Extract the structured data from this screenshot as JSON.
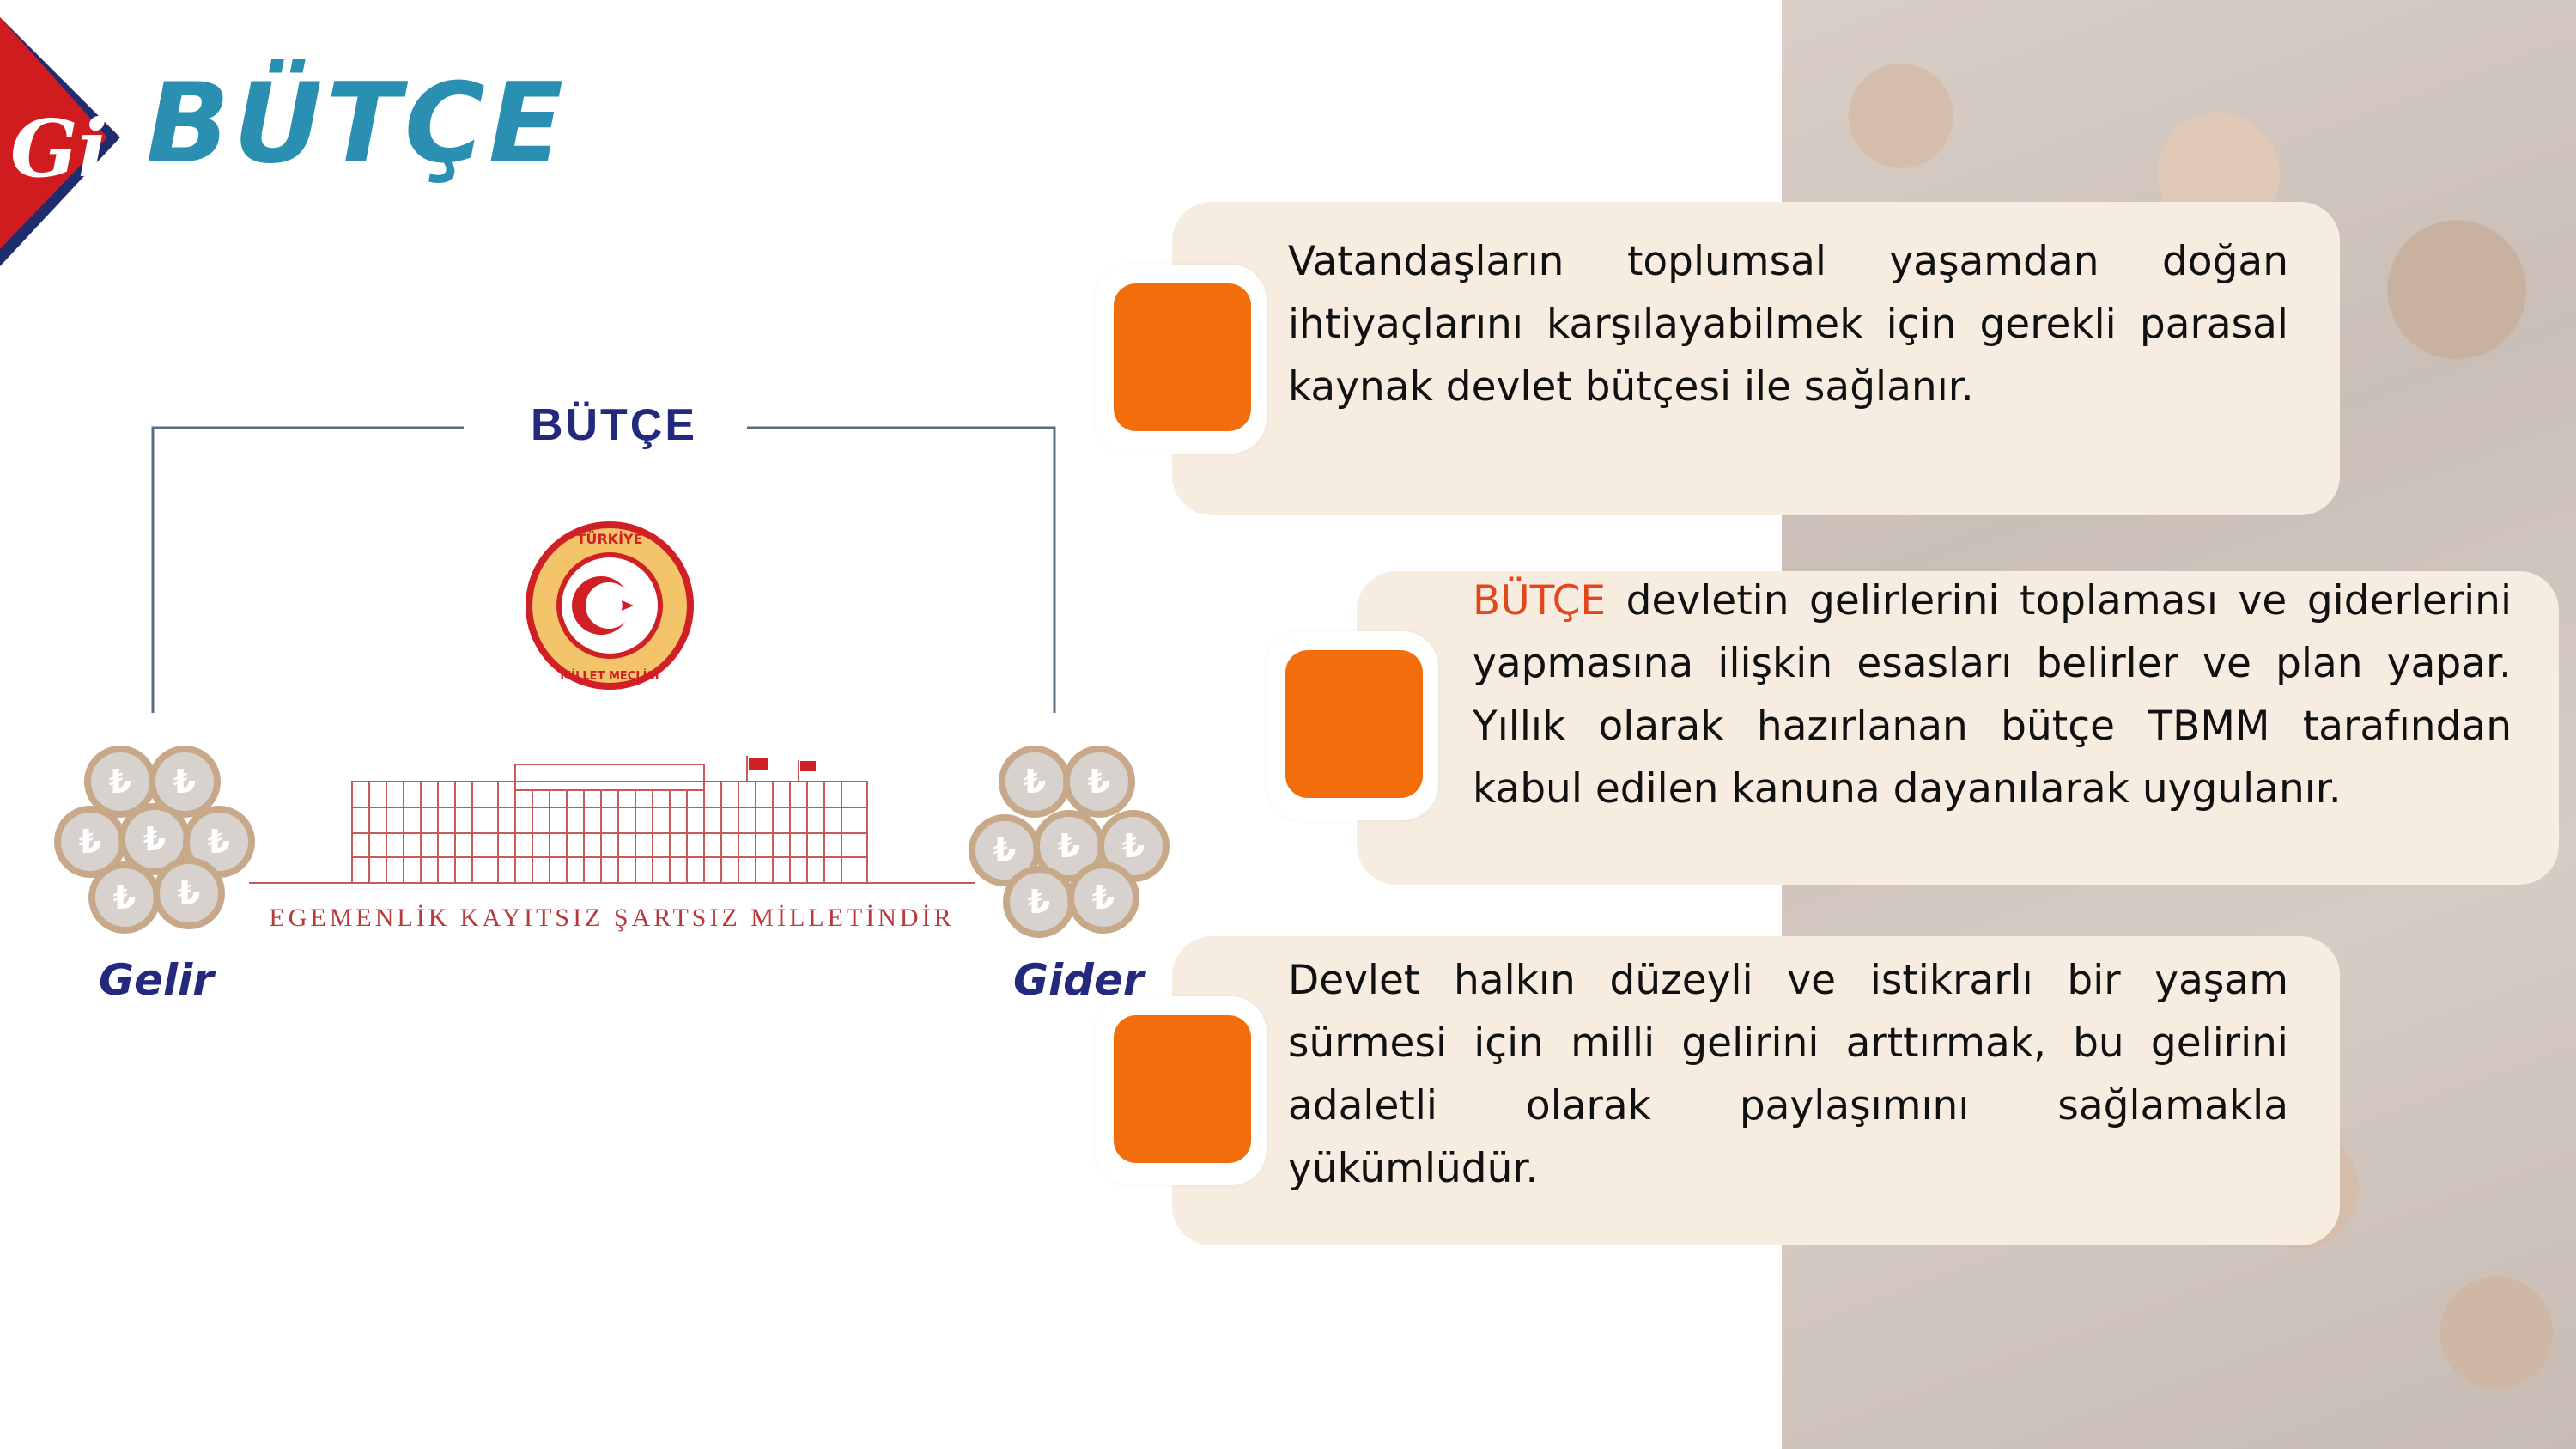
{
  "header": {
    "title": "BÜTÇE",
    "logo_letter": "Gi"
  },
  "diagram": {
    "title": "BÜTÇE",
    "left_label": "Gelir",
    "right_label": "Gider",
    "motto": "EGEMENLİK KAYITSIZ ŞARTSIZ MİLLETİNDİR",
    "seal_text": "TÜRKİYE BÜYÜK MİLLET MECLİSİ",
    "coin_symbol": "₺"
  },
  "cards": [
    {
      "text": "Vatandaşların toplumsal yaşamdan doğan ihtiyaçlarını karşılayabilmek için gerekli parasal kaynak devlet bütçesi ile sağlanır."
    },
    {
      "highlight": "BÜTÇE",
      "text": " devletin gelirlerini toplaması ve giderlerini yapmasına ilişkin esasları belirler ve plan yapar. Yıllık olarak hazırlanan bütçe TBMM tarafından kabul edilen kanuna dayanılarak uygulanır."
    },
    {
      "text": "Devlet halkın düzeyli ve istikrarlı bir yaşam sürmesi için milli gelirini arttırmak, bu gelirini adaletli olarak paylaşımını sağlamakla yükümlüdür."
    }
  ],
  "colors": {
    "accent_orange": "#f26d0c",
    "title_blue": "#2a8fb0",
    "navy": "#232a7e",
    "card_bg": "#f7ece0",
    "logo_red": "#d01c1f"
  }
}
